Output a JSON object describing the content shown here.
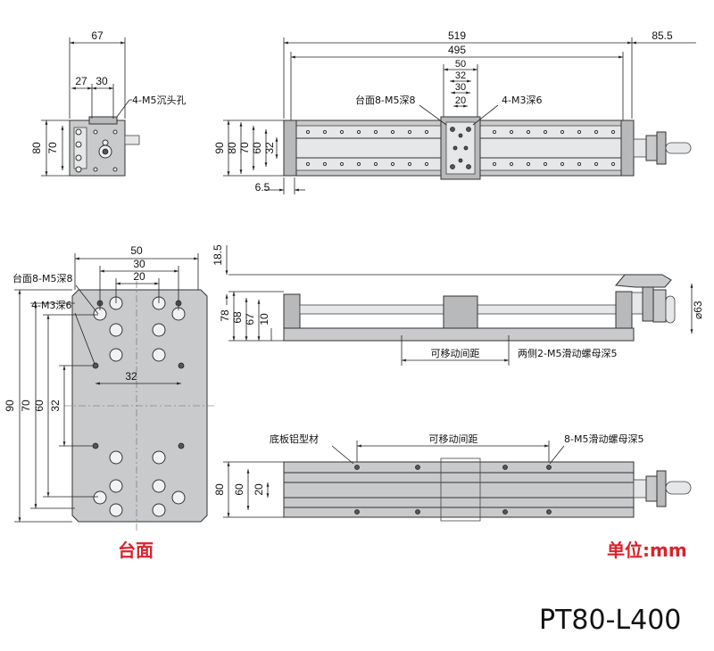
{
  "dims": {
    "front_width": "67",
    "front_27": "27",
    "front_30": "30",
    "front_80": "80",
    "front_70": "70",
    "top_519": "519",
    "top_495": "495",
    "top_85_5": "85.5",
    "top_50": "50",
    "top_32": "32",
    "top_30": "30",
    "top_20": "20",
    "top_90": "90",
    "top_80": "80",
    "top_70": "70",
    "top_60": "60",
    "top_32b": "32",
    "top_6_5": "6.5",
    "plate_50": "50",
    "plate_30": "30",
    "plate_20": "20",
    "plate_32": "32",
    "plate_90": "90",
    "plate_70": "70",
    "plate_60": "60",
    "plate_32v": "32",
    "side_18_5": "18.5",
    "side_78": "78",
    "side_68": "68",
    "side_67": "67",
    "side_10": "10",
    "side_63": "63",
    "bottom_80": "80",
    "bottom_60": "60",
    "bottom_20": "20"
  },
  "labels": {
    "m5_countersink": "4-M5沉头孔",
    "table_m5": "台面8-M5深8",
    "m3": "4-M3深6",
    "plate_table_m5": "台面8-M5深8",
    "plate_m3": "4-M3深6",
    "travel_side": "可移动间距",
    "side_nut": "两侧2-M5滑动螺母深5",
    "base_profile": "底板铝型材",
    "travel_bottom": "可移动间距",
    "bottom_nut": "8-M5滑动螺母深5",
    "diameter_symbol": "⌀"
  },
  "captions": {
    "table_title": "台面",
    "unit": "单位:mm",
    "model": "PT80-L400"
  },
  "colors": {
    "accent_red": "#d9232d",
    "metal": "#c9cacc"
  }
}
